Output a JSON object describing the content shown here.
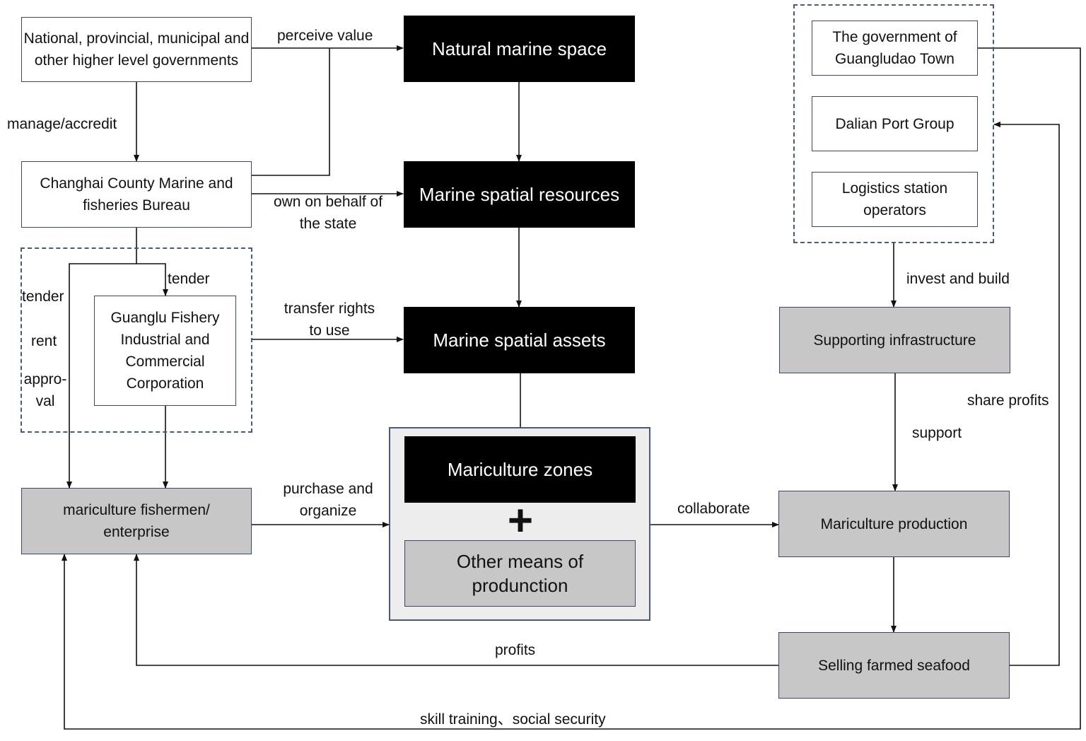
{
  "boxes": {
    "higher_gov": "National, provincial, municipal and other higher level governments",
    "bureau": "Changhai County Marine and fisheries Bureau",
    "corporation": "Guanglu Fishery Industrial and Commercial Corporation",
    "fishermen": "mariculture fishermen/ enterprise",
    "natural_space": "Natural marine space",
    "spatial_resources": "Marine spatial resources",
    "spatial_assets": "Marine spatial assets",
    "mariculture_zones": "Mariculture zones",
    "plus_sign": "+",
    "other_means": "Other means of produnction",
    "town_gov": "The government of Guangludao Town",
    "port_group": "Dalian Port Group",
    "logistics": "Logistics station operators",
    "infrastructure": "Supporting infrastructure",
    "production": "Mariculture production",
    "selling": "Selling farmed seafood"
  },
  "edges": {
    "perceive_value": "perceive value",
    "manage_accredit": "manage/accredit",
    "own_on_behalf": "own on behalf of the state",
    "tender_right": "tender",
    "tender_left": "tender",
    "rent": "rent",
    "approval": "appro- val",
    "transfer_rights": "transfer rights to use",
    "purchase_organize": "purchase and organize",
    "collaborate": "collaborate",
    "invest_build": "invest and build",
    "support": "support",
    "share_profits": "share profits",
    "profits": "profits",
    "skill_training": "skill training、social security"
  }
}
